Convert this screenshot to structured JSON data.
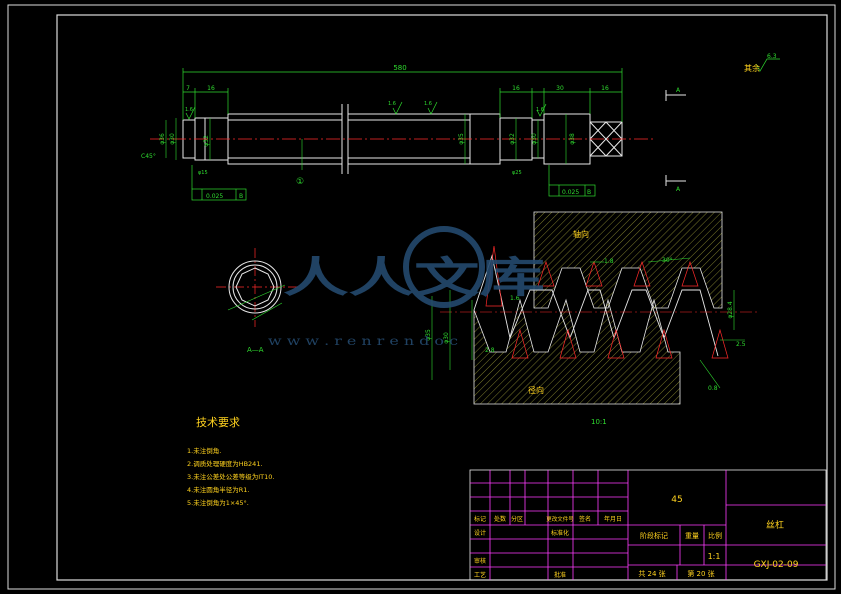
{
  "drawing": {
    "overall_length": "580",
    "dims_top": [
      "7",
      "16",
      "16",
      "30",
      "16"
    ],
    "left_end_dims": [
      "φ36",
      "φ30",
      "φ32",
      "C45°"
    ],
    "mid_dims": [
      "φ35",
      "φ32"
    ],
    "right_end_dims": [
      "φ30",
      "φ38",
      "φ12"
    ],
    "small_dims": [
      "1.6",
      "1.6",
      "1.6",
      "1.6",
      "φ15",
      "φ25"
    ],
    "tolerance_left": "0.025",
    "tolerance_right": "0.025",
    "datum_label": "B",
    "roughness_label": "其余",
    "roughness_value": "6.3",
    "section_mark": "A",
    "section_title": "A—A",
    "balloon": "①",
    "thread_detail": {
      "label_top": "轴向",
      "label_bottom": "径向",
      "dims": [
        "30°",
        "1.8",
        "2.8",
        "1.6",
        "2.5",
        "0.8",
        "φ35",
        "φ30",
        "φ28.4"
      ],
      "scale_caption": "10:1"
    }
  },
  "watermark": {
    "brand": "人人文库",
    "url": "w w w . r e n r e n d o c"
  },
  "tech_req": {
    "title": "技术要求",
    "items": [
      "1.未注倒角.",
      "2.调质处理硬度为HB241.",
      "3.未注公差处公差等级为IT10.",
      "4.未注圆角半径为R1.",
      "5.未注倒角为1×45°."
    ]
  },
  "title_block": {
    "material": "45",
    "part_name": "丝杠",
    "drawing_no": "GXJ-02-09",
    "scale": "1:1",
    "sheet_total": "共 24 张",
    "sheet_no": "第 20 张",
    "headers": [
      "标记",
      "处数",
      "分区",
      "更改文件号",
      "签名",
      "年月日"
    ],
    "row_design": "设计",
    "row_std": "标准化",
    "row_stage": "阶段标记",
    "row_weight": "重量",
    "row_scale": "比例",
    "row_review": "审核",
    "row_process": "工艺",
    "row_approve": "批准"
  }
}
